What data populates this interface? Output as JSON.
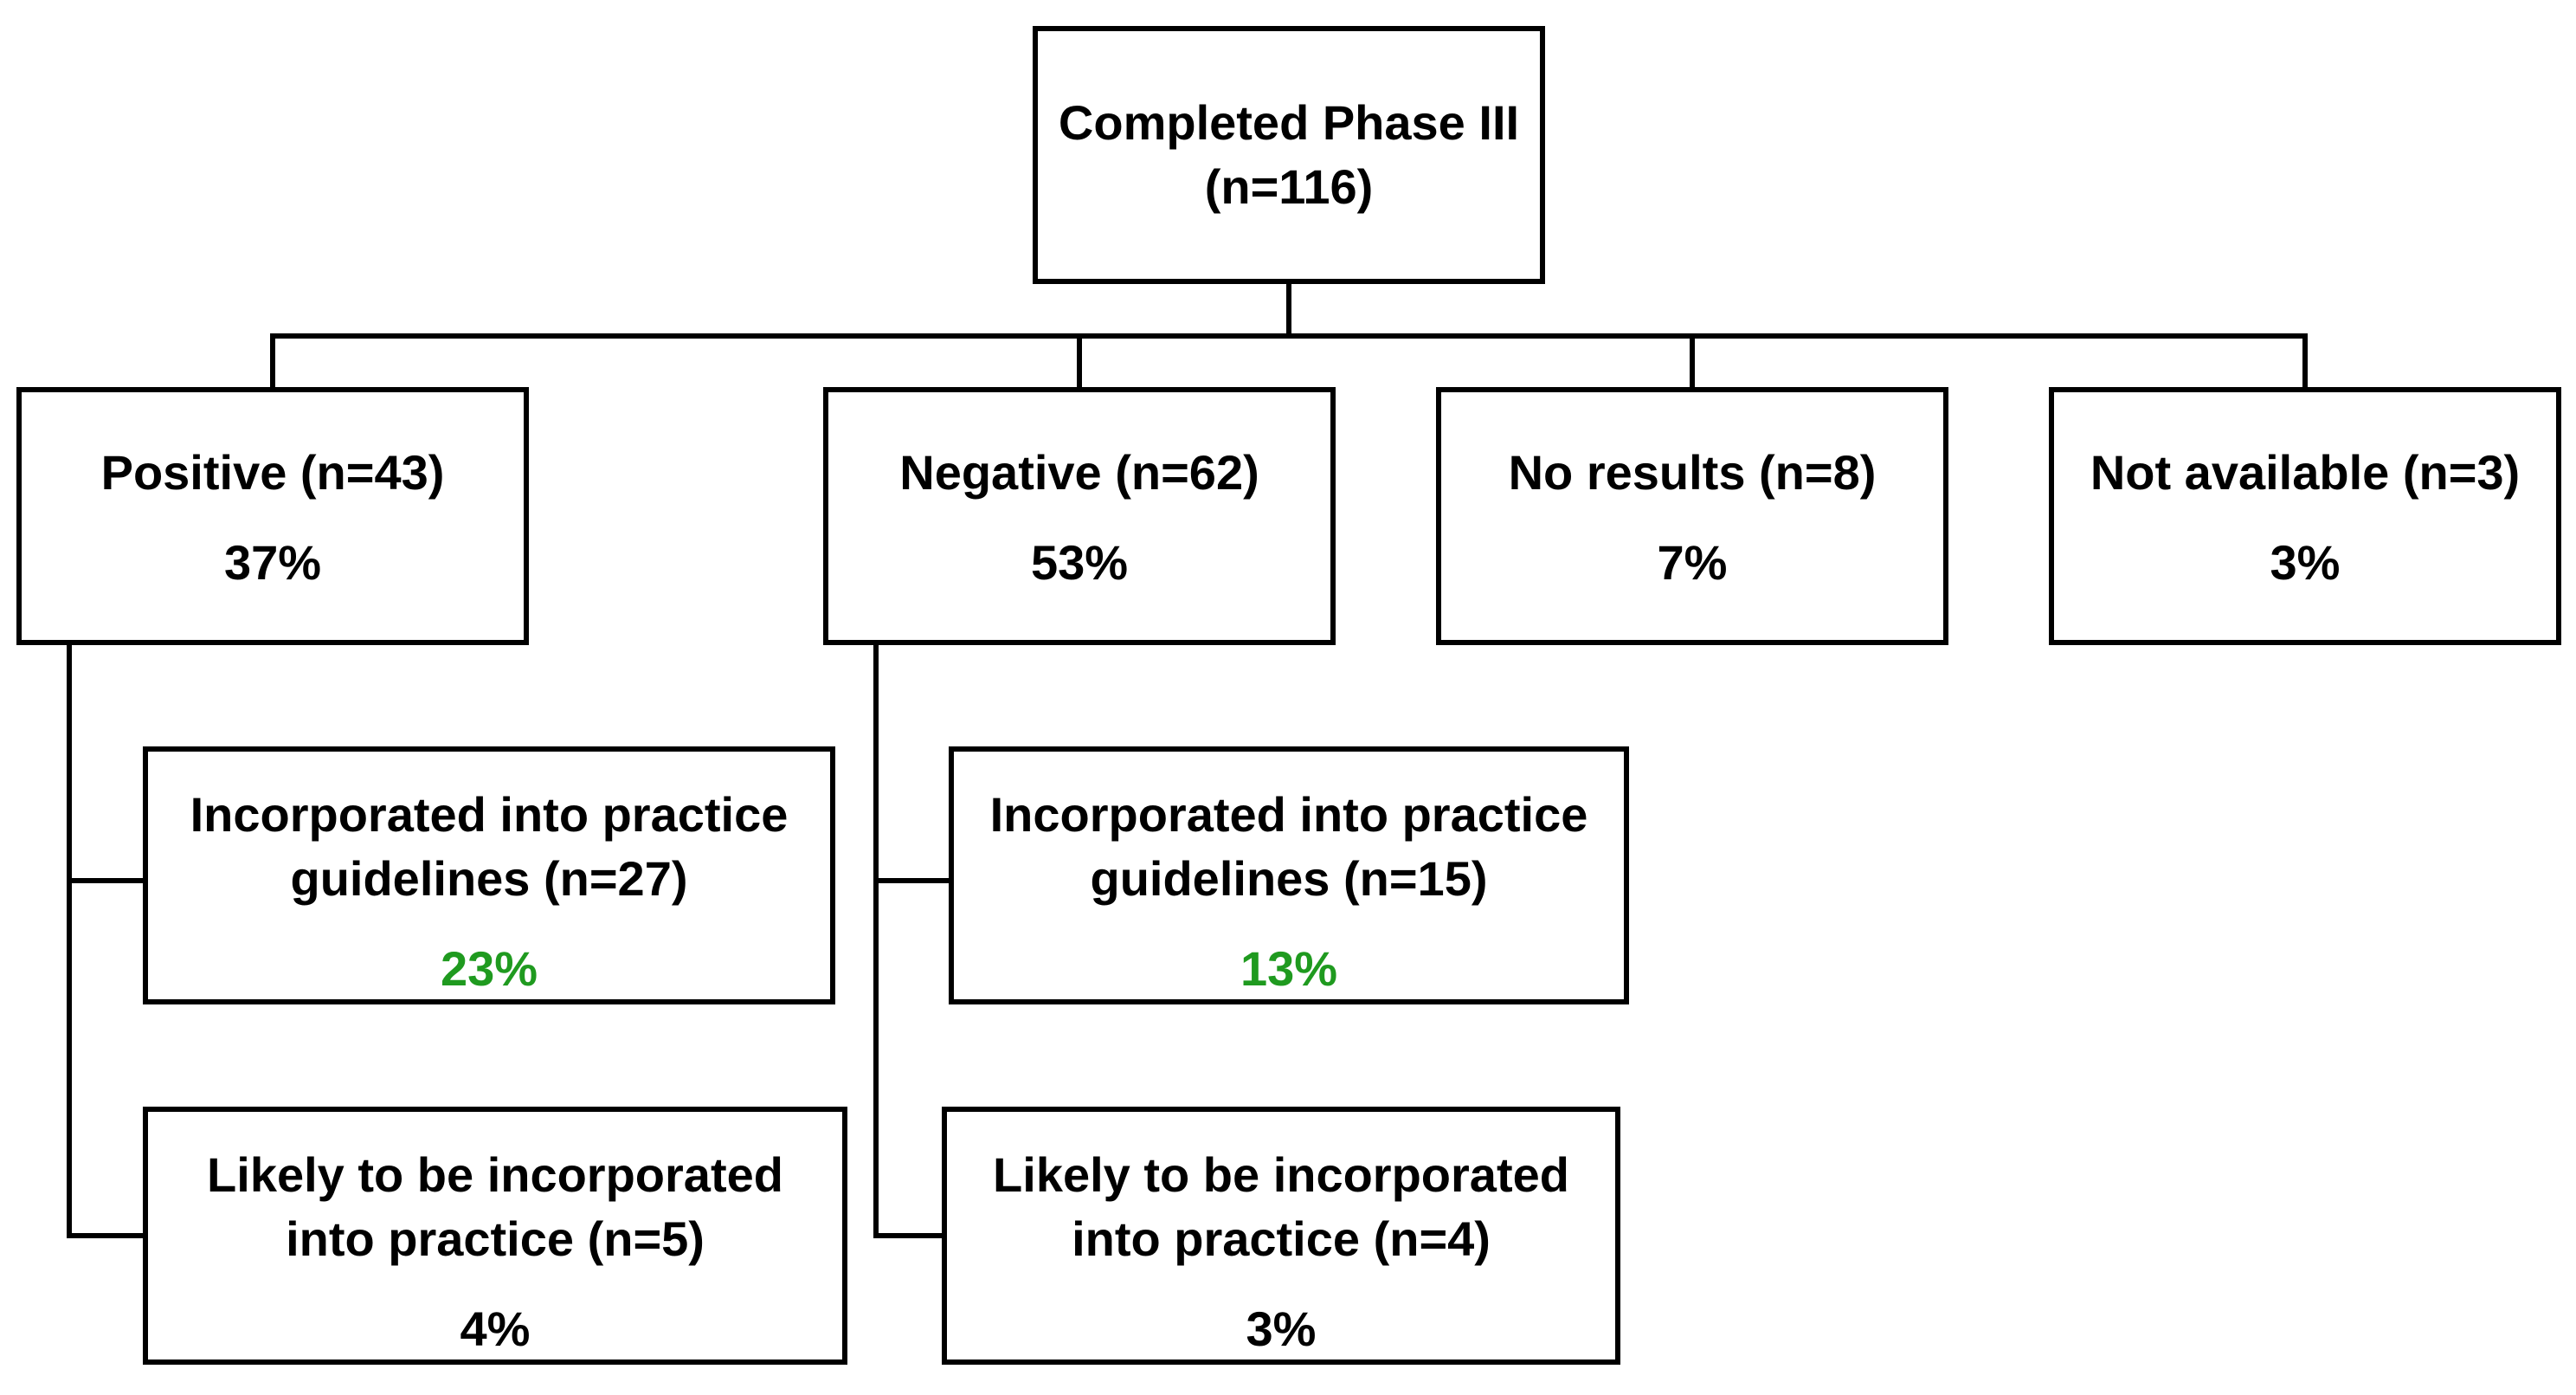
{
  "root": {
    "title": "Completed Phase III",
    "n": "(n=116)"
  },
  "outcomes": [
    {
      "label": "Positive (n=43)",
      "pct": "37%"
    },
    {
      "label": "Negative (n=62)",
      "pct": "53%"
    },
    {
      "label": "No results (n=8)",
      "pct": "7%"
    },
    {
      "label": "Not available (n=3)",
      "pct": "3%"
    }
  ],
  "positive_children": [
    {
      "line1": "Incorporated into practice",
      "line2": "guidelines (n=27)",
      "pct": "23%",
      "pct_color": "#1f9a1f"
    },
    {
      "line1": "Likely to be incorporated",
      "line2": "into practice (n=5)",
      "pct": "4%",
      "pct_color": "#000000"
    }
  ],
  "negative_children": [
    {
      "line1": "Incorporated into practice",
      "line2": "guidelines (n=15)",
      "pct": "13%",
      "pct_color": "#1f9a1f"
    },
    {
      "line1": "Likely to be incorporated",
      "line2": "into practice (n=4)",
      "pct": "3%",
      "pct_color": "#000000"
    }
  ]
}
